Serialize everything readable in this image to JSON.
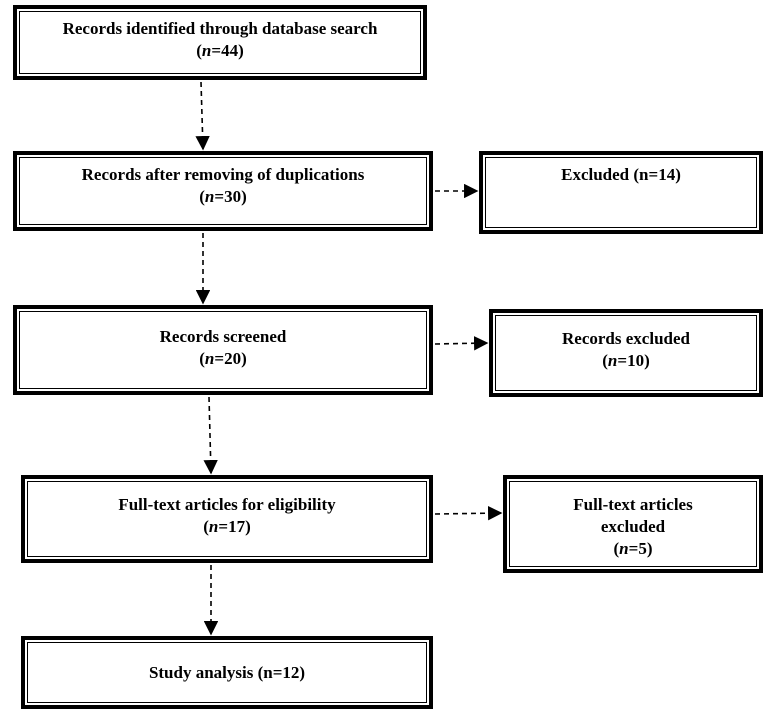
{
  "boxes": {
    "identified": {
      "title": "Records identified through database search",
      "n_label": "n",
      "n_value": "=44)"
    },
    "after_duplicates": {
      "title": "Records after removing of duplications",
      "n_label": "n",
      "n_value": "=30)"
    },
    "excluded_1": {
      "title": "Excluded (n=14)"
    },
    "screened": {
      "title": "Records screened",
      "n_label": "n",
      "n_value": "=20)"
    },
    "records_excluded": {
      "title": "Records excluded",
      "n_label": "n",
      "n_value": "=10)"
    },
    "fulltext": {
      "title": "Full-text articles for eligibility",
      "n_label": "n",
      "n_value": "=17)"
    },
    "fulltext_excluded": {
      "title_line1": "Full-text articles",
      "title_line2": "excluded",
      "n_label": "n",
      "n_value": "=5)"
    },
    "study": {
      "title": "Study analysis (n=12)"
    }
  },
  "open_paren": "("
}
